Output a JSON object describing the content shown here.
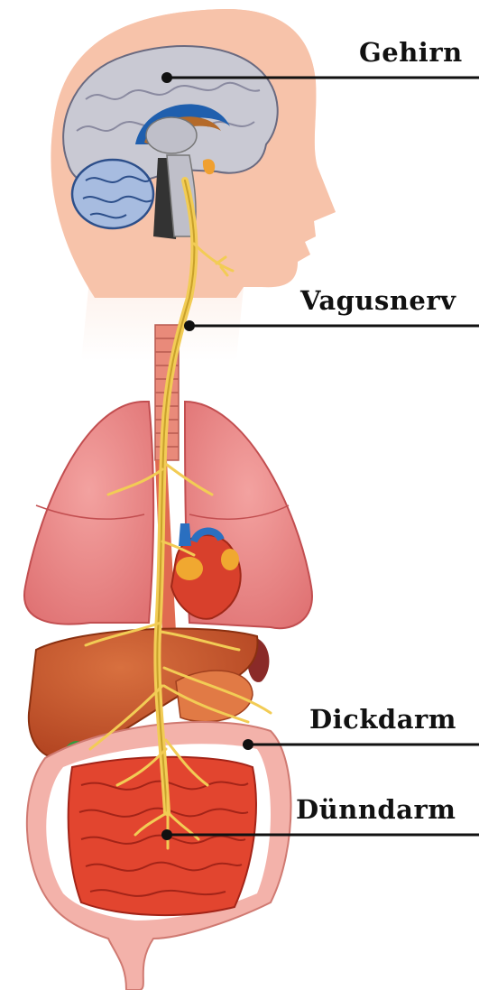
{
  "labels": {
    "brain": "Gehirn",
    "vagus": "Vagusnerv",
    "colon": "Dickdarm",
    "small_intestine": "Dünndarm"
  },
  "colors": {
    "skin": "#f7c3aa",
    "brain": "#c9c9d3",
    "cerebellum": "#a7bce0",
    "nerve": "#f2cc55",
    "lung": "#e9898a",
    "liver": "#c85530",
    "heart": "#d8402c",
    "colon": "#f3b2aa",
    "small_intestine": "#e2452f",
    "gallbladder": "#2d9c3c"
  }
}
